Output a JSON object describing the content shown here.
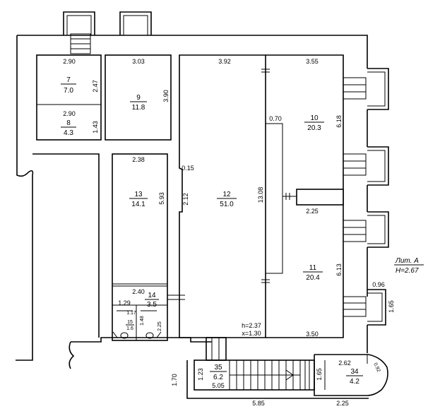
{
  "title": {
    "line1": "Лит. А",
    "line2": "H=2.67"
  },
  "rooms": [
    {
      "id": "r7",
      "number": "7",
      "area": "7.0"
    },
    {
      "id": "r8",
      "number": "8",
      "area": "4.3"
    },
    {
      "id": "r9",
      "number": "9",
      "area": "11.8"
    },
    {
      "id": "r10",
      "number": "10",
      "area": "20.3"
    },
    {
      "id": "r11",
      "number": "11",
      "area": "20.4"
    },
    {
      "id": "r12",
      "number": "12",
      "area": "51.0"
    },
    {
      "id": "r13",
      "number": "13",
      "area": "14.1"
    },
    {
      "id": "r14",
      "number": "14",
      "area": "3.5"
    },
    {
      "id": "r15",
      "number": "15",
      "area": "1.6"
    },
    {
      "id": "r34",
      "number": "34",
      "area": "4.2"
    },
    {
      "id": "r35",
      "number": "35",
      "area": "6.2"
    }
  ],
  "dims": {
    "d290a": "2.90",
    "d247": "2.47",
    "d290b": "2.90",
    "d143": "1.43",
    "d303": "3.03",
    "d390": "3.90",
    "d392": "3.92",
    "d355": "3.55",
    "d070": "0.70",
    "d618": "6.18",
    "d015": "0.15",
    "d212": "2.12",
    "d1308": "13.08",
    "d225": "2.25",
    "d613": "6.13",
    "d350": "3.50",
    "d238": "2.38",
    "d593": "5.93",
    "d240": "2.40",
    "d129": "1.29",
    "d117": "1.17",
    "d148": "1.48",
    "d225b": "2.25",
    "h": "h=2.37",
    "x": "x=1.30",
    "d096": "0.96",
    "d165": "1.65",
    "d123": "1.23",
    "d505": "5.05",
    "d165b": "1.65",
    "d262": "2.62",
    "d092": "0.92",
    "d170": "1.70",
    "d585": "5.85",
    "d225c": "2.25"
  }
}
